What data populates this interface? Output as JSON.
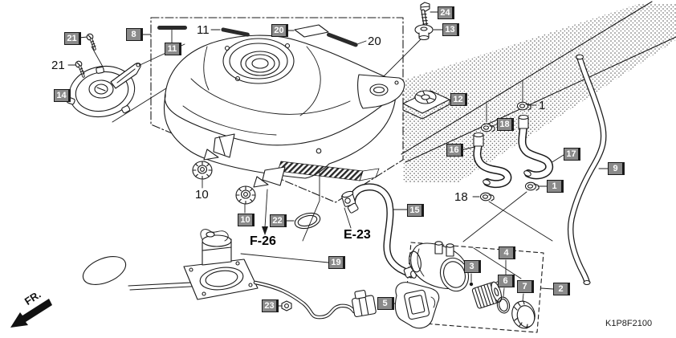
{
  "diagram": {
    "code": "K1P8F2100",
    "direction_ref": "FR.",
    "section_ref_fuel_pump": "F-26",
    "section_ref_connector": "E-23"
  },
  "colors": {
    "line": "#1a1a1a",
    "callout_box_bg": "#8a8a8a",
    "callout_box_text": "#ffffff",
    "paper": "#ffffff"
  },
  "callouts": {
    "boxed": {
      "b21": {
        "text": "21"
      },
      "b14": {
        "text": "14"
      },
      "b8": {
        "text": "8"
      },
      "b11": {
        "text": "11"
      },
      "b20": {
        "text": "20"
      },
      "b24": {
        "text": "24"
      },
      "b13": {
        "text": "13"
      },
      "b12": {
        "text": "12"
      },
      "b18_upper": {
        "text": "18"
      },
      "b16": {
        "text": "16"
      },
      "b17": {
        "text": "17"
      },
      "b9": {
        "text": "9"
      },
      "b1_lower": {
        "text": "1"
      },
      "b15": {
        "text": "15"
      },
      "b22": {
        "text": "22"
      },
      "b10": {
        "text": "10"
      },
      "b19": {
        "text": "19"
      },
      "b23": {
        "text": "23"
      },
      "b5": {
        "text": "5"
      },
      "b3": {
        "text": "3"
      },
      "b4": {
        "text": "4"
      },
      "b6": {
        "text": "6"
      },
      "b7": {
        "text": "7"
      },
      "b2": {
        "text": "2"
      }
    },
    "plain": {
      "p21": {
        "text": "21"
      },
      "p11": {
        "text": "11"
      },
      "p20": {
        "text": "20"
      },
      "p1_upper": {
        "text": "1"
      },
      "p18_lower": {
        "text": "18"
      },
      "p10": {
        "text": "10"
      }
    }
  }
}
